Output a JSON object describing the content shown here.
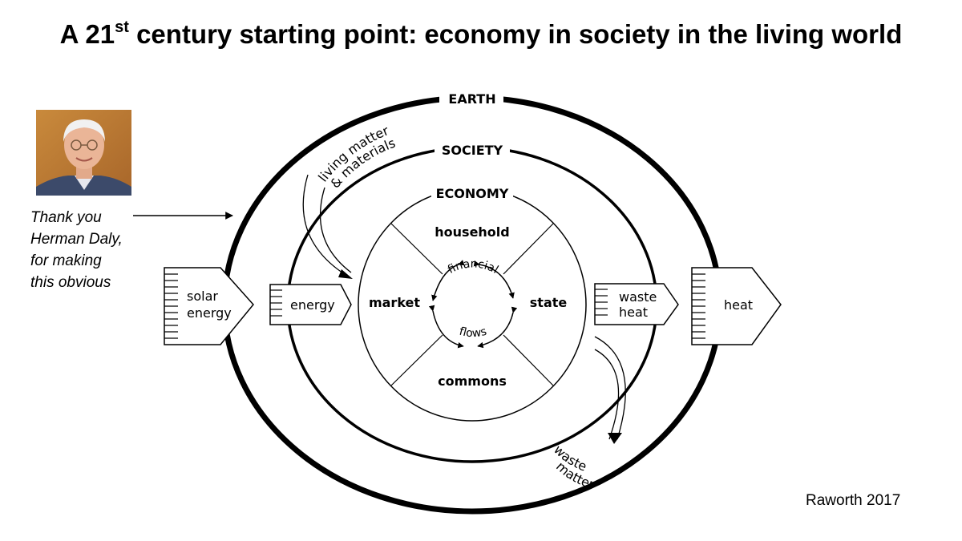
{
  "title": {
    "prefix": "A 21",
    "superscript": "st",
    "suffix": " century starting point: economy in society in the living world"
  },
  "photo_caption": [
    "Thank you",
    "Herman Daly,",
    "for making",
    "this obvious"
  ],
  "credit": "Raworth 2017",
  "diagram": {
    "rings": {
      "earth": "EARTH",
      "society": "SOCIETY",
      "economy": "ECONOMY"
    },
    "sectors": {
      "household": "household",
      "market": "market",
      "state": "state",
      "commons": "commons"
    },
    "financial_flows": {
      "top": "financial",
      "bottom": "flows"
    },
    "inputs": {
      "living_matter": [
        "living matter",
        "& materials"
      ],
      "solar_energy": [
        "solar",
        "energy"
      ],
      "energy": "energy"
    },
    "outputs": {
      "waste_heat": [
        "waste",
        "heat"
      ],
      "heat": "heat",
      "waste_matter": [
        "waste",
        "matter"
      ]
    }
  }
}
